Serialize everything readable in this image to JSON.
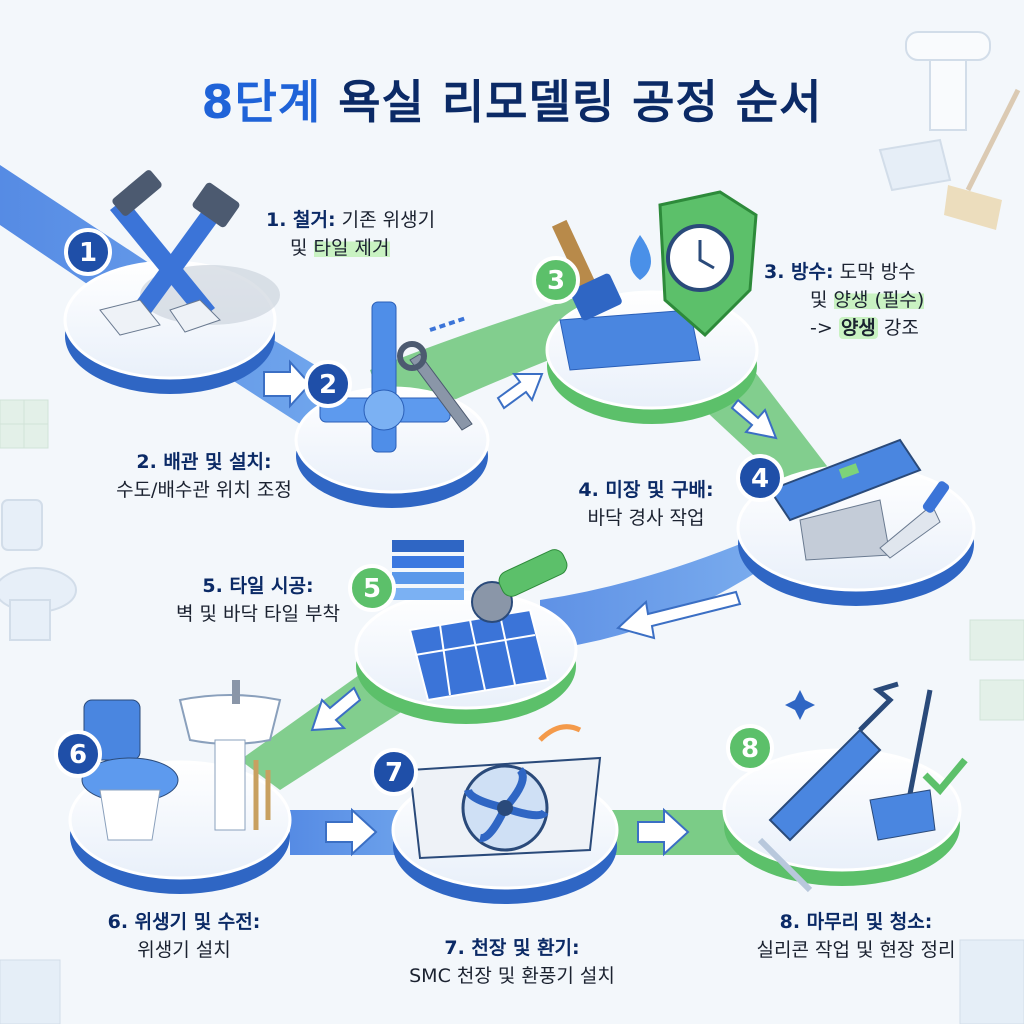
{
  "title": {
    "prefix": "8단계",
    "main": "욕실 리모델링 공정 순서"
  },
  "steps": [
    {
      "num": "1",
      "heading": "1. 철거:",
      "line1": "기존 위생기",
      "line2_pre": "및",
      "line2_hl": "타일 제거"
    },
    {
      "num": "2",
      "heading": "2. 배관 및 설치:",
      "desc": "수도/배수관 위치 조정"
    },
    {
      "num": "3",
      "heading": "3. 방수:",
      "line1": "도막 방수",
      "line2_pre": "및",
      "line2_hl": "양생 (필수)",
      "line3_pre": "->",
      "line3_hl": "양생",
      "line3_post": "강조"
    },
    {
      "num": "4",
      "heading": "4. 미장 및 구배:",
      "desc": "바닥 경사 작업"
    },
    {
      "num": "5",
      "heading": "5. 타일 시공:",
      "desc": "벽 및 바닥 타일 부착"
    },
    {
      "num": "6",
      "heading": "6. 위생기 및 수전:",
      "desc": "위생기 설치"
    },
    {
      "num": "7",
      "heading": "7. 천장 및 환기:",
      "desc": "SMC 천장 및 환풍기 설치"
    },
    {
      "num": "8",
      "heading": "8. 마무리 및 청소:",
      "desc": "실리콘 작업 및 현장 정리"
    }
  ],
  "colors": {
    "navy": "#0b2a66",
    "blue": "#1f63d8",
    "green": "#5cc06a",
    "highlight": "#c9f2c2"
  }
}
